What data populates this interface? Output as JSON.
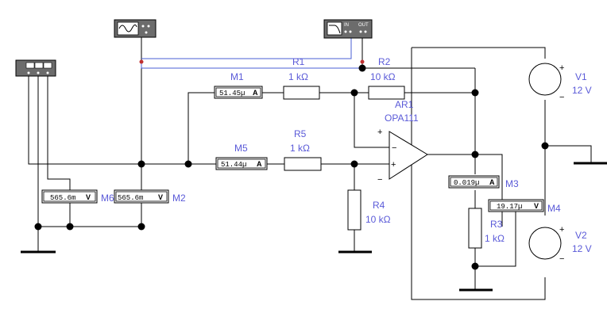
{
  "resistors": {
    "r1": {
      "name": "R1",
      "value": "1 kΩ"
    },
    "r2": {
      "name": "R2",
      "value": "10 kΩ"
    },
    "r3": {
      "name": "R3",
      "value": "1 kΩ"
    },
    "r4": {
      "name": "R4",
      "value": "10 kΩ"
    },
    "r5": {
      "name": "R5",
      "value": "1 kΩ"
    }
  },
  "opamp": {
    "name": "AR1",
    "model": "OPA111",
    "plus": "+",
    "minus": "−"
  },
  "sources": {
    "v1": {
      "name": "V1",
      "value": "12 V",
      "plus": "+",
      "minus": "−"
    },
    "v2": {
      "name": "V2",
      "value": "12 V",
      "plus": "+",
      "minus": "−"
    }
  },
  "meters": {
    "m1": {
      "name": "M1",
      "reading": "51.45µ",
      "unit": "A"
    },
    "m5": {
      "name": "M5",
      "reading": "51.44µ",
      "unit": "A"
    },
    "m3": {
      "name": "M3",
      "reading": "0.019µ",
      "unit": "A"
    },
    "m4": {
      "name": "M4",
      "reading": "19.17µ",
      "unit": "V"
    },
    "m6": {
      "name": "M6",
      "reading": "565.6m",
      "unit": "V"
    },
    "m2": {
      "name": "M2",
      "reading": "565.6m",
      "unit": "V"
    }
  },
  "instruments": {
    "bode_in": "IN",
    "bode_out": "OUT"
  },
  "colors": {
    "label": "#5a5ad8",
    "probe_wire": "#4a5fd6",
    "instrument_face": "#6c6c6c"
  }
}
